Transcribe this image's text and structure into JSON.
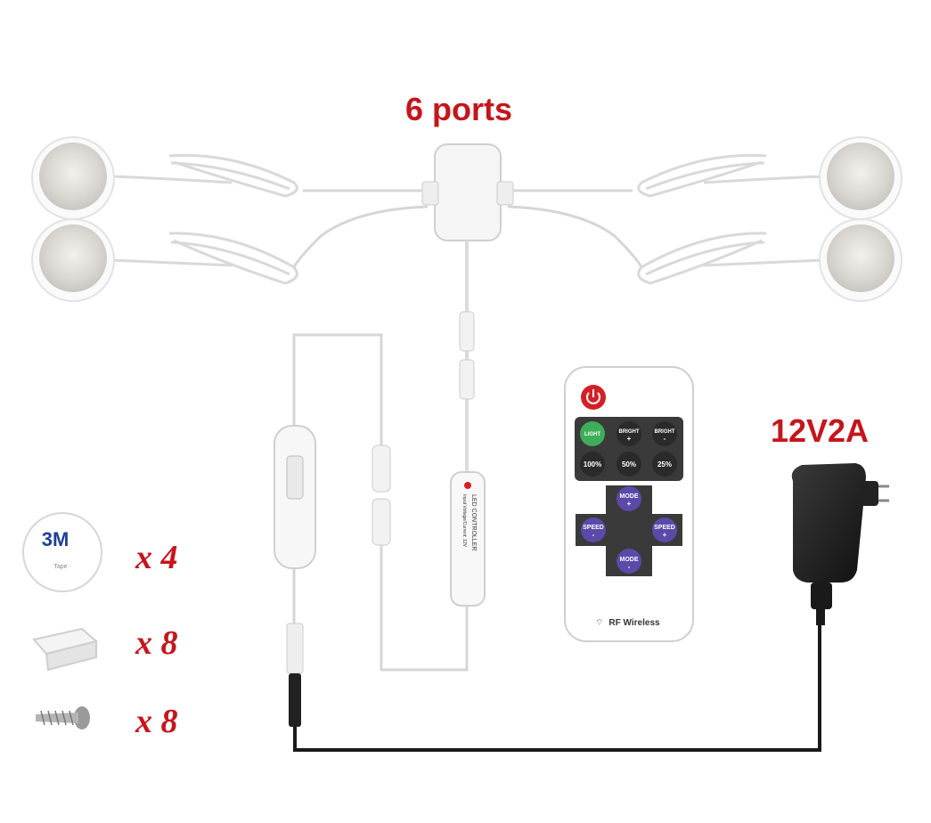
{
  "headline": "6 ports",
  "adapter_label": "12V2A",
  "accessories": [
    {
      "name": "3M adhesive pad",
      "quantity": "x 4"
    },
    {
      "name": "mounting clip",
      "quantity": "x 8"
    },
    {
      "name": "screw",
      "quantity": "x 8"
    }
  ],
  "tape_brand": "3M",
  "tape_small_text": "Tape",
  "remote": {
    "row1": [
      "LIGHT",
      "BRIGHT",
      "BRIGHT"
    ],
    "row1_signs": [
      "",
      "+",
      "-"
    ],
    "row2": [
      "100%",
      "50%",
      "25%"
    ],
    "mode_top": "MODE",
    "mode_top_sign": "+",
    "speed_left": "SPEED",
    "speed_left_sign": "-",
    "speed_right": "SPEED",
    "speed_right_sign": "+",
    "mode_bottom": "MODE",
    "mode_bottom_sign": "-",
    "footer": "RF Wireless"
  },
  "controller_label": "LED CONTROLLER",
  "controller_small": "Input Voltage/Current: 12V",
  "colors": {
    "accent_red": "#c4161c",
    "remote_green": "#3fae5a",
    "remote_dark": "#3a3a3a",
    "remote_purple": "#5b4aa8",
    "power_red": "#d32027"
  }
}
